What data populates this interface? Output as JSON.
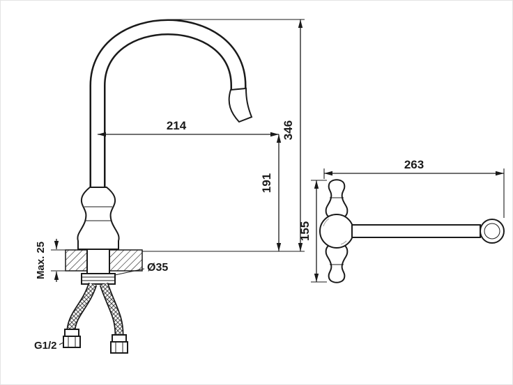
{
  "front_view": {
    "dim_spout_reach": "214",
    "dim_total_height": "346",
    "dim_outlet_height": "191",
    "dim_max_thickness": "Max. 25",
    "dim_base_diameter": "Ø35",
    "dim_thread": "G1/2"
  },
  "side_view": {
    "dim_length": "263",
    "dim_height": "155"
  },
  "colors": {
    "line": "#1a1a1a",
    "background": "#ffffff"
  }
}
